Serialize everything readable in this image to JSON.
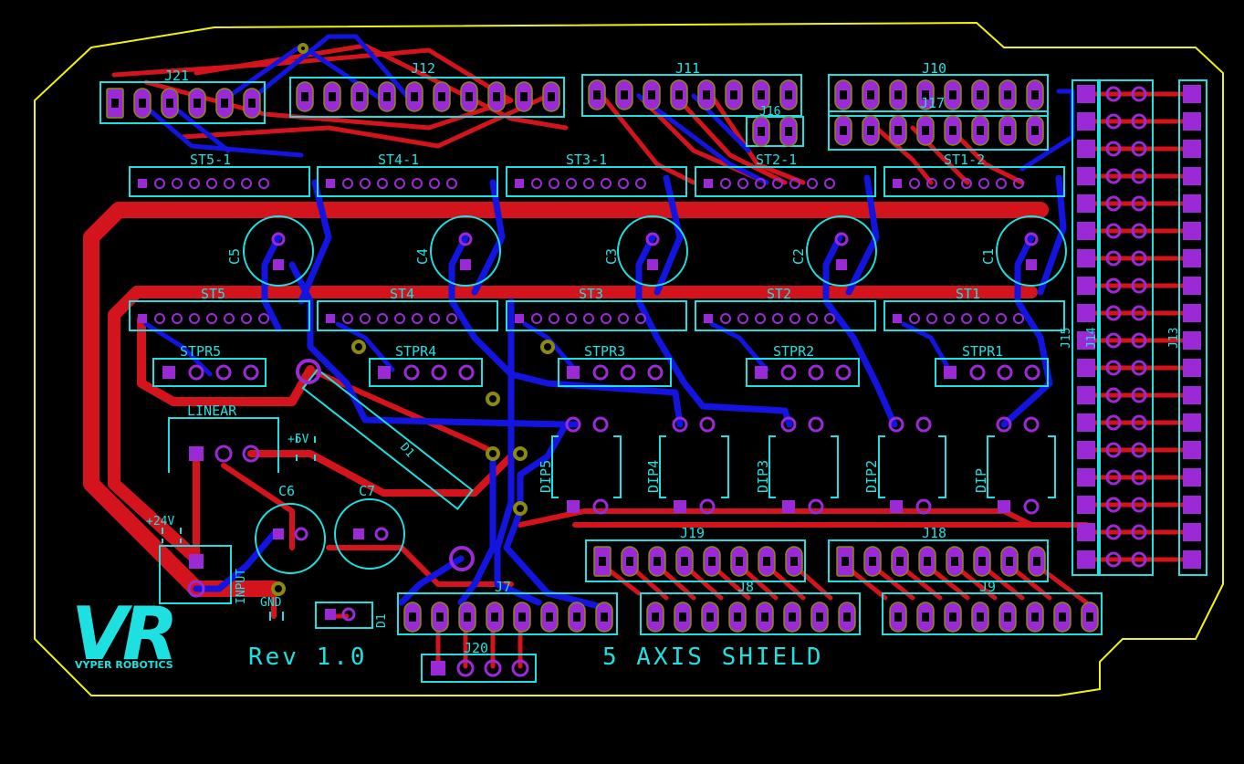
{
  "colors": {
    "background": "#000000",
    "outline": "#f2f20a",
    "top_trace": "#d4141c",
    "bottom_trace": "#1414e0",
    "silkscreen": "#1fe0e0",
    "pad": "#9b2ad6",
    "via_ring": "#8a8a10"
  },
  "logo": {
    "mark": "VR",
    "text": "VYPER ROBOTICS"
  },
  "board": {
    "revision": "Rev 1.0",
    "title": "5 AXIS SHIELD"
  },
  "labels": {
    "j21": "J21",
    "j12": "J12",
    "j11": "J11",
    "j10": "J10",
    "j16": "J16",
    "j17": "J17",
    "st5_1": "ST5-1",
    "st4_1": "ST4-1",
    "st3_1": "ST3-1",
    "st2_1": "ST2-1",
    "st1_2": "ST1-2",
    "c5": "C5",
    "c4": "C4",
    "c3": "C3",
    "c2": "C2",
    "c1": "C1",
    "st5": "ST5",
    "st4": "ST4",
    "st3": "ST3",
    "st2": "ST2",
    "st1": "ST1",
    "stpr5": "STPR5",
    "stpr4": "STPR4",
    "stpr3": "STPR3",
    "stpr2": "STPR2",
    "stpr1": "STPR1",
    "linear": "LINEAR",
    "plus5v": "+5V",
    "d1": "D1",
    "dip5": "DIP5",
    "dip4": "DIP4",
    "dip3": "DIP3",
    "dip2": "DIP2",
    "dip": "DIP",
    "c6": "C6",
    "c7": "C7",
    "plus24v": "+24V",
    "input": "INPUT",
    "gnd": "GND",
    "d1b": "D1",
    "j19": "J19",
    "j18": "J18",
    "j7": "J7",
    "j8": "J8",
    "j9": "J9",
    "j20": "J20",
    "j15": "J15",
    "j14": "J14",
    "j13": "J13"
  }
}
